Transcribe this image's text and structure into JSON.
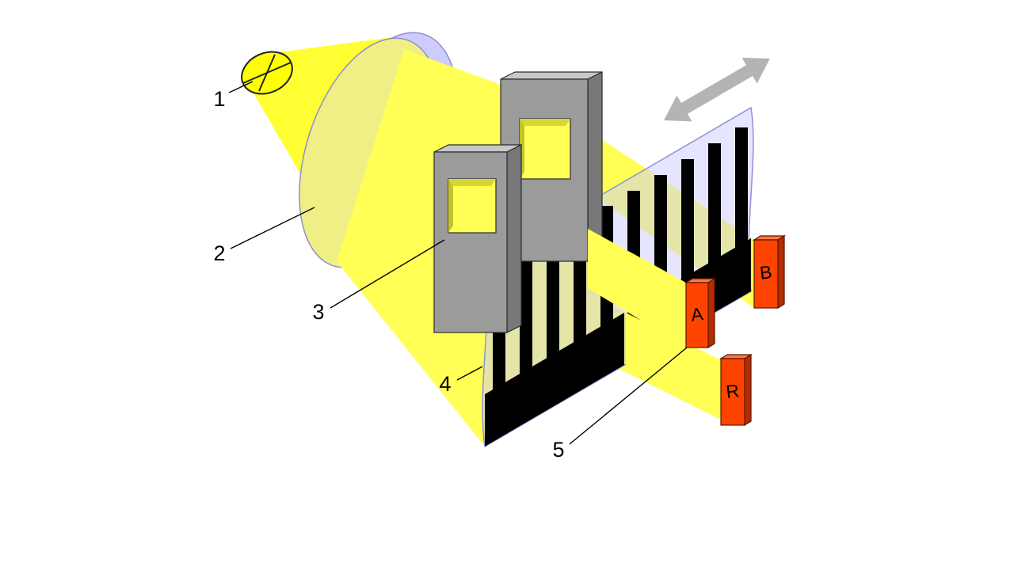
{
  "diagram": {
    "callouts": [
      {
        "label": "1",
        "target": "light-source"
      },
      {
        "label": "2",
        "target": "lens"
      },
      {
        "label": "3",
        "target": "mask"
      },
      {
        "label": "4",
        "target": "code-strip"
      },
      {
        "label": "5",
        "target": "detector"
      }
    ],
    "detectors": [
      {
        "label": "A"
      },
      {
        "label": "B"
      },
      {
        "label": "R"
      }
    ],
    "icons": {
      "motion_arrow": "double-headed-arrow",
      "light_source": "lamp-crossed-circle"
    },
    "colors": {
      "light_cone": "#FFFF33",
      "beam": "#FFFF55",
      "lens_rim": "#CCCCFF",
      "strip_tint": "#CCCCFF",
      "mask_gray": "#9B9B9B",
      "stripe_black": "#000000",
      "detector_orange": "#FF4300",
      "arrow_gray": "#B4B4B4"
    }
  }
}
